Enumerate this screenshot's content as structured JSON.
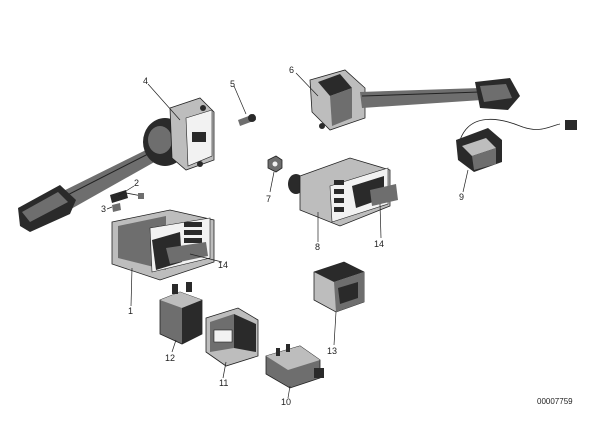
{
  "callouts": {
    "p1": "1",
    "p2": "2",
    "p3": "3",
    "p4": "4",
    "p5": "5",
    "p6": "6",
    "p7": "7",
    "p8": "8",
    "p9": "9",
    "p10": "10",
    "p11": "11",
    "p12": "12",
    "p13": "13",
    "p14a": "14",
    "p14b": "14"
  },
  "reference_number": "00007759"
}
